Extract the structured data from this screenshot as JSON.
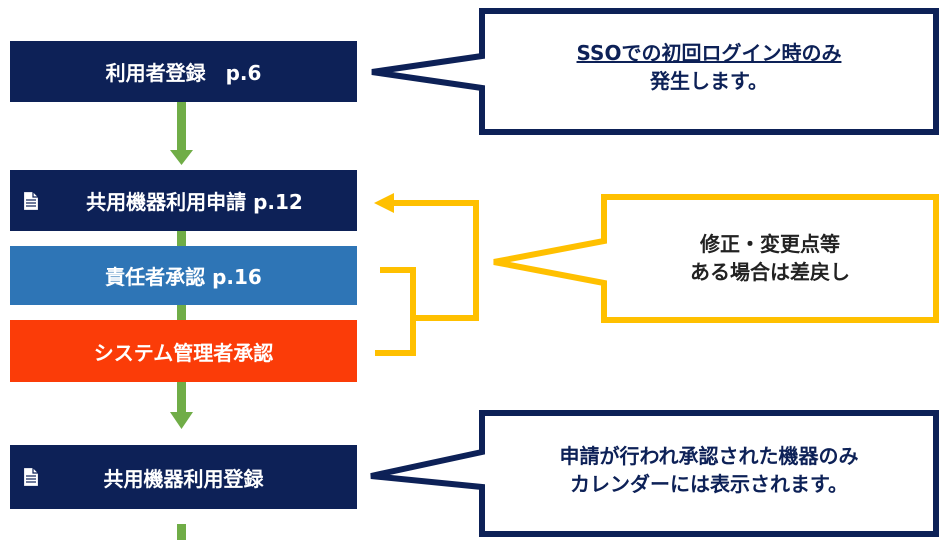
{
  "steps": {
    "user_registration": "利用者登録　p.6",
    "equipment_application": "共用機器利用申請 p.12",
    "manager_approval": "責任者承認 p.16",
    "admin_approval": "システム管理者承認",
    "equipment_registration": "共用機器利用登録"
  },
  "callouts": {
    "sso": {
      "line1": "SSOでの初回ログイン時のみ",
      "line2": "発生します。"
    },
    "revision": {
      "line1": "修正・変更点等",
      "line2": "ある場合は差戻し"
    },
    "calendar": {
      "line1": "申請が行われ承認された機器のみ",
      "line2": "カレンダーには表示されます。"
    }
  },
  "icons": {
    "document": "document-icon"
  },
  "colors": {
    "navy": "#0d2157",
    "blue": "#2e75b6",
    "orange": "#fb3c08",
    "green_arrow": "#70ad47",
    "gold_bracket": "#ffc000"
  }
}
